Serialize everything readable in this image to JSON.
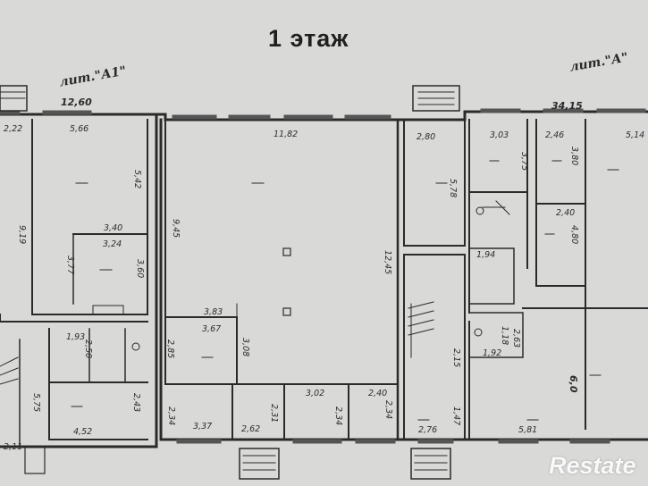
{
  "floor_title": "1 этаж",
  "left_litera": "лит.\"А1\"",
  "right_litera": "лит.\"А\"",
  "left_total": "12,60",
  "right_total": "34,15",
  "dimensions": [
    "2,22",
    "5,66",
    "9,19",
    "5,42",
    "3,40",
    "3,24",
    "3,77",
    "3,60",
    "11,82",
    "9,45",
    "12,45",
    "3,83",
    "3,67",
    "2,85",
    "3,08",
    "2,80",
    "5,78",
    "3,03",
    "3,75",
    "2,46",
    "3,80",
    "5,14",
    "2,40",
    "4,80",
    "1,94",
    "1,93",
    "2,50",
    "4,52",
    "2,43",
    "5,75",
    "2,11",
    "3,37",
    "2,34",
    "2,62",
    "2,31",
    "3,02",
    "2,34",
    "2,40",
    "2,34",
    "2,15",
    "1,47",
    "2,76",
    "1,18",
    "1,92",
    "2,63",
    "6,0",
    "5,81"
  ],
  "watermark": "Restate"
}
